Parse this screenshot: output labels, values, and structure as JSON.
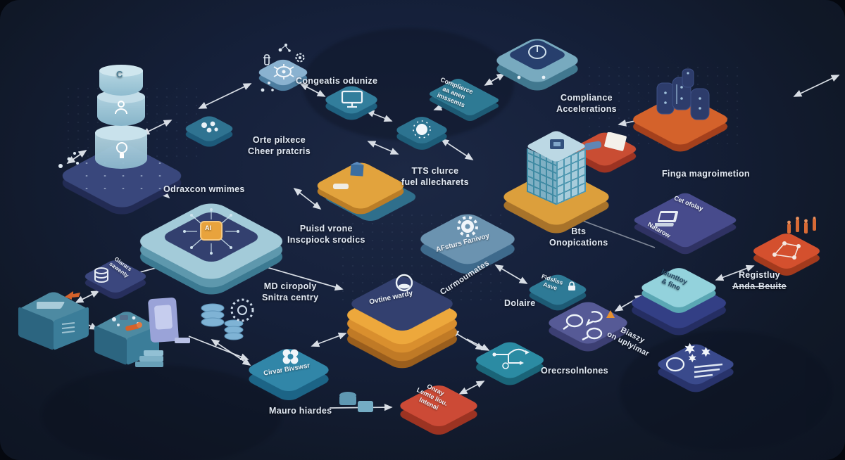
{
  "labels": {
    "congeatis": "Congeatis odunize",
    "orte_line1": "Orte pilxece",
    "orte_line2": "Cheer pratcris",
    "compliance_line1": "Compliance",
    "compliance_line2": "Accelerations",
    "odraxcon": "Odraxcon wmimes",
    "tts_line1": "TTS clurce",
    "tts_line2": "fuel allecharets",
    "puisd_line1": "Puisd vrone",
    "puisd_line2": "Inscpiock srodics",
    "finga": "Finga magroimetion",
    "bts_line1": "Bts",
    "bts_line2": "Onopications",
    "registluy_line1": "Registluy",
    "registluy_line2": "Anda-Beuite",
    "dolaire": "Dolaire",
    "biaszy_line1": "Biaszy",
    "biaszy_line2": "on uplyimar",
    "orecrsolnlones": "Orecrsolnlones",
    "curmoumates": "Curmoumates",
    "md_line1": "MD ciropoly",
    "md_line2": "Snitra centry",
    "mauro": "Mauro hiardes"
  },
  "tiles": {
    "parallelogram_line1": "Complierce",
    "parallelogram_line2": "aa anen",
    "parallelogram_line3": "imssemts",
    "afsturs": "AFsturs Fanivoy",
    "ovtine": "Ovtine wardy",
    "cirvar": "Cirvar Bivswsr",
    "giarars_line1": "Giarars",
    "giarars_line2": "sawenty",
    "fidsliss_line1": "Fidsliss",
    "fidsliss_line2": "Asve",
    "idunitoy_line1": "Idunttoy",
    "idunitoy_line2": "& fine",
    "cet": "Cet ofolay",
    "natarow": "Natarow",
    "redtile_line1": "Onray",
    "redtile_line2": "Lemte liou.",
    "redtile_line3": "Intenai",
    "ai_chip": "AI",
    "c_logo": "C"
  },
  "icons": {
    "bug_eye_icon": "bug/eye glyph",
    "monitor_icon": "monitor",
    "sun_icon": "sun burst",
    "power_dial_icon": "circular dial",
    "barrels_icon": "database barrels",
    "paper_eraser_icon": "paper + eraser",
    "circuit_cube_icon": "circuit chip cube",
    "gear_icon": "gear",
    "sphere_icon": "sphere",
    "lock_icon": "lock",
    "chat_search_icon": "chat + magnifier",
    "warning_icon": "orange triangle",
    "laptop_icon": "laptop",
    "network_graph_icon": "network diagram",
    "snowflakes_icon": "snowflake cluster",
    "route_icon": "route arrows",
    "clover_icon": "clover",
    "coins_icon": "coin stack",
    "people_icon": "people cluster",
    "bulb_icon": "glowing bulb",
    "person_icon": "person",
    "molecule_icon": "molecule dots"
  },
  "colors": {
    "background": "#15203a",
    "teal": "#2e7a96",
    "steel_blue": "#89b2cf",
    "amber": "#e2a33d",
    "orange": "#d4622b",
    "red": "#cc4a36",
    "indigo": "#3b477e",
    "purple": "#565a96",
    "platform_teal": "#9cc6d6",
    "arrow": "#e9eef4"
  }
}
